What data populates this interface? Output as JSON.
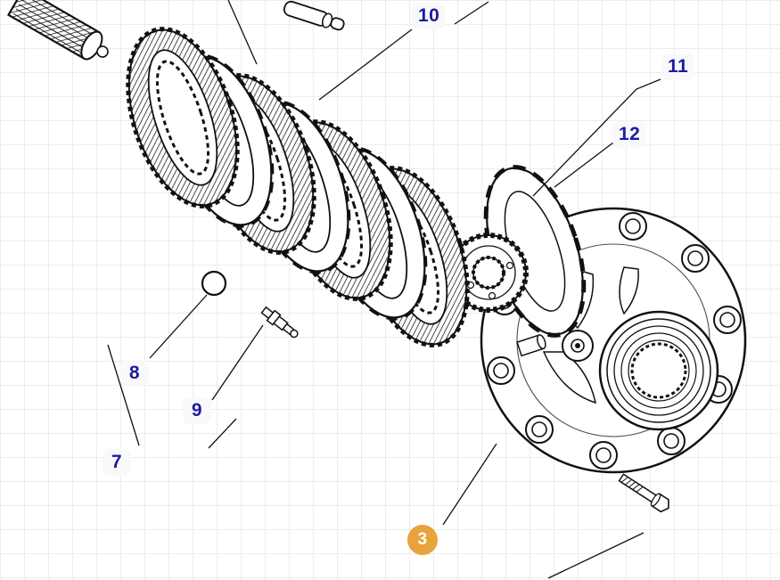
{
  "diagram": {
    "callouts": [
      {
        "label": "10",
        "kind": "plain"
      },
      {
        "label": "11",
        "kind": "plain"
      },
      {
        "label": "12",
        "kind": "plain"
      },
      {
        "label": "8",
        "kind": "plain"
      },
      {
        "label": "9",
        "kind": "plain"
      },
      {
        "label": "7",
        "kind": "plain"
      },
      {
        "label": "3",
        "kind": "highlight"
      }
    ],
    "colors": {
      "callout_text": "#1c1c9c",
      "highlight_bg": "#e8a33c",
      "highlight_text": "#ffffff",
      "line": "#111111",
      "grid": "#ececec",
      "background": "#ffffff"
    }
  }
}
